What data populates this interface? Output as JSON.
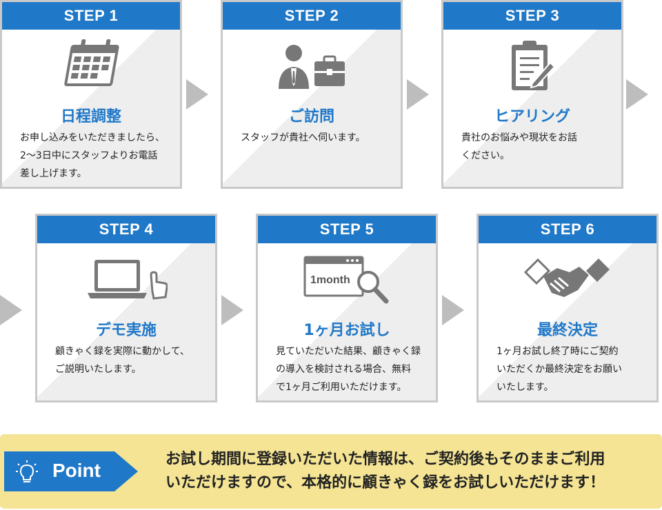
{
  "steps": [
    {
      "label": "STEP 1",
      "title": "日程調整",
      "desc": [
        "お申し込みをいただきましたら、",
        "2〜3日中にスタッフよりお電話",
        "差し上げます。"
      ],
      "icon": "calendar-icon"
    },
    {
      "label": "STEP 2",
      "title": "ご訪問",
      "desc": [
        "スタッフが貴社へ伺います。"
      ],
      "icon": "staff-briefcase-icon"
    },
    {
      "label": "STEP 3",
      "title": "ヒアリング",
      "desc": [
        "貴社のお悩みや現状をお話",
        "ください。"
      ],
      "icon": "clipboard-icon"
    },
    {
      "label": "STEP 4",
      "title": "デモ実施",
      "desc": [
        "顧きゃく録を実際に動かして、",
        "ご説明いたします。"
      ],
      "icon": "laptop-pointer-icon"
    },
    {
      "label": "STEP 5",
      "title": "1ヶ月お試し",
      "desc": [
        "見ていただいた結果、顧きゃく録",
        "の導入を検討される場合、無料",
        "で1ヶ月ご利用いただけます。"
      ],
      "icon": "browser-magnifier-icon",
      "icon_text": "1month"
    },
    {
      "label": "STEP 6",
      "title": "最終決定",
      "desc": [
        "1ヶ月お試し終了時にご契約",
        "いただくか最終決定をお願い",
        "いたします。"
      ],
      "icon": "handshake-icon"
    }
  ],
  "point": {
    "label": "Point",
    "icon": "lightbulb-icon",
    "lines": [
      "お試し期間に登録いただいた情報は、ご契約後もそのままご利用",
      "いただけますので、本格的に顧きゃく録をお試しいただけます！"
    ]
  },
  "colors": {
    "accent": "#1f78c8",
    "arrow": "#bdbdbd",
    "point_bg": "#f4e494"
  }
}
